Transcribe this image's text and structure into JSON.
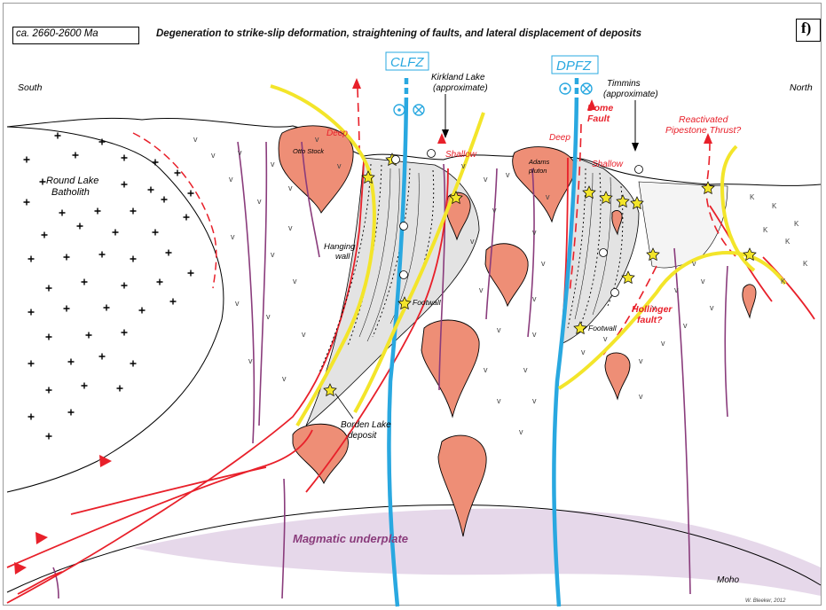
{
  "header": {
    "age": "ca. 2660-2600 Ma",
    "title": "Degeneration to strike-slip deformation, straightening of faults, and lateral displacement of deposits",
    "panel_letter": "f)"
  },
  "orientation": {
    "left": "South",
    "right": "North"
  },
  "fault_zones": {
    "clfz": "CLFZ",
    "dpfz": "DPFZ"
  },
  "localities": {
    "kirkland_1": "Kirkland Lake",
    "kirkland_2": "(approximate)",
    "timmins_1": "Timmins",
    "timmins_2": "(approximate)"
  },
  "labels": {
    "round_lake_1": "Round Lake",
    "round_lake_2": "Batholith",
    "otto_stock": "Otto Stock",
    "adams_1": "Adams",
    "adams_2": "pluton",
    "deep_left": "Deep",
    "shallow_left": "Shallow",
    "deep_right": "Deep",
    "shallow_right": "Shallow",
    "dome_1": "Dome",
    "dome_2": "Fault",
    "pipestone_1": "Reactivated",
    "pipestone_2": "Pipestone Thrust?",
    "hanging_1": "Hanging",
    "hanging_2": "wall",
    "footwall_left": "Footwall",
    "footwall_right": "Footwall",
    "hollinger_1": "Hollinger",
    "hollinger_2": "fault?",
    "borden_1": "Borden Lake",
    "borden_2": "deposit",
    "underplate": "Magmatic underplate",
    "moho": "Moho",
    "credit": "W. Bleeker, 2012"
  },
  "colors": {
    "fault_red": "#e8202a",
    "zone_blue": "#29a8e0",
    "shear_yellow": "#f3e52a",
    "pluton": "#ee8e76",
    "underplate": "#e6d8ea",
    "purple": "#8a3c7c",
    "basin_grey": "#e3e3e3"
  }
}
